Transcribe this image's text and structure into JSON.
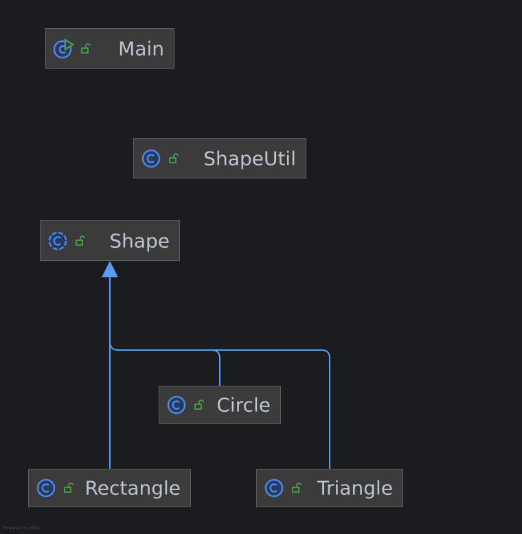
{
  "classes": [
    {
      "name": "Main",
      "kind": "class-main"
    },
    {
      "name": "ShapeUtil",
      "kind": "class"
    },
    {
      "name": "Shape",
      "kind": "abstract-class"
    },
    {
      "name": "Circle",
      "kind": "class"
    },
    {
      "name": "Rectangle",
      "kind": "class"
    },
    {
      "name": "Triangle",
      "kind": "class"
    }
  ],
  "relations": [
    {
      "from": "Circle",
      "to": "Shape",
      "type": "extends"
    },
    {
      "from": "Rectangle",
      "to": "Shape",
      "type": "extends"
    },
    {
      "from": "Triangle",
      "to": "Shape",
      "type": "extends"
    }
  ],
  "footer": "Powered by yFiles",
  "colors": {
    "edge": "#5a9cf2",
    "icon": "#4e86e8",
    "lock": "#4e9a4e"
  }
}
